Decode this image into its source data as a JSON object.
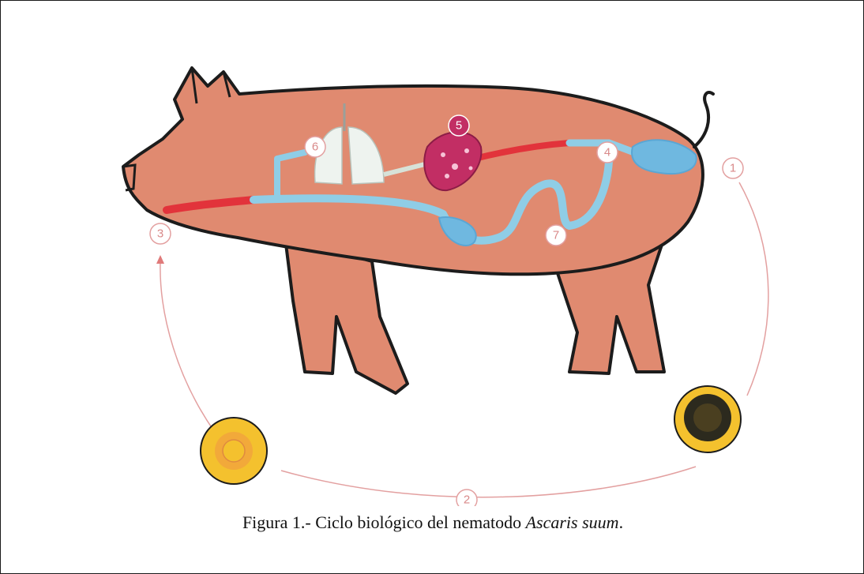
{
  "diagram": {
    "stage_labels": {
      "s1": "1",
      "s2": "2",
      "s3": "3",
      "s4": "4",
      "s5": "5",
      "s6": "6",
      "s7": "7"
    }
  },
  "caption": {
    "prefix": "Figura 1.- Ciclo biológico del nematodo ",
    "species": "Ascaris suum",
    "suffix": "."
  },
  "colors": {
    "pig_body": "#e08a70",
    "outline": "#1c1c1c",
    "blood_red": "#e2333b",
    "intestine_blue": "#8fcde6",
    "lungs": "#eef3ef",
    "liver": "#c22e64",
    "egg_yellow": "#f4c12e",
    "cycle_line": "#e3a0a0"
  }
}
